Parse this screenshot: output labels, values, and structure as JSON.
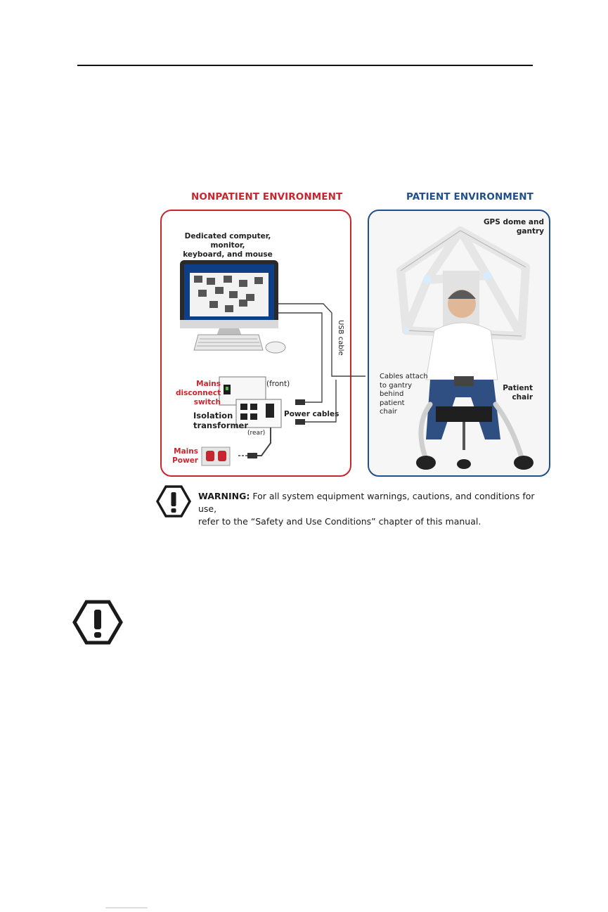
{
  "figure": {
    "nonpatient_title": "NONPATIENT ENVIRONMENT",
    "patient_title": "PATIENT ENVIRONMENT",
    "labels": {
      "computer": "Dedicated computer, monitor,\nkeyboard, and mouse",
      "usb": "USB cable",
      "mains_switch": "Mains\ndisconnect\nswitch",
      "front": "(front)",
      "isolation": "Isolation\ntransformer",
      "power_cables": "Power cables",
      "rear": "(rear)",
      "mains_power": "Mains\nPower",
      "cables_attach": "Cables attach\nto gantry\nbehind\npatient\nchair",
      "gps_dome": "GPS dome and\ngantry",
      "patient_chair": "Patient\nchair"
    }
  },
  "warning": {
    "keyword": "WARNING:",
    "line1": "For all system equipment warnings, cautions, and conditions for use,",
    "line2": "refer to the “Safety and Use Conditions” chapter of this manual."
  },
  "colors": {
    "nonpatient": "#c8262e",
    "patient": "#1f4f8c"
  },
  "icons": [
    "warning-octagon-icon",
    "warning-octagon-icon"
  ]
}
